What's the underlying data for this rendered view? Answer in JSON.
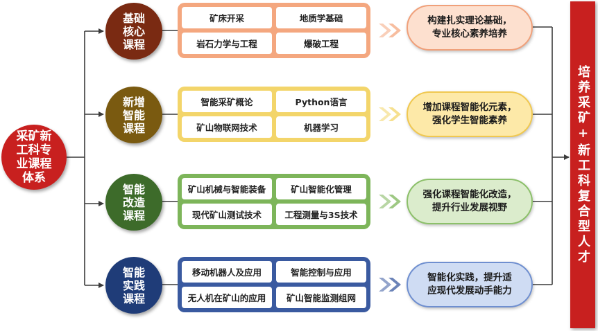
{
  "root": {
    "label": "采矿新\n工科专\n业课程\n体系"
  },
  "final": {
    "label": "培养采矿+新工科复合型人才"
  },
  "groups": [
    {
      "label": "基础\n核心\n课程",
      "circle_color": "#7a2a12",
      "box_color": "#f4a77f",
      "result_fill": "#fde0cf",
      "result_border": "#f0a07a",
      "courses": [
        "矿床开采",
        "地质学基础",
        "岩石力学与工程",
        "爆破工程"
      ],
      "result": "构建扎实理论基础，\n专业核心素养培养"
    },
    {
      "label": "新增\n智能\n课程",
      "circle_color": "#7a5a10",
      "box_color": "#f3d56a",
      "result_fill": "#fde9a8",
      "result_border": "#f0c850",
      "courses": [
        "智能采矿概论",
        "Python语言",
        "矿山物联网技术",
        "机器学习"
      ],
      "result": "增加课程智能化元素，\n强化学生智能素养"
    },
    {
      "label": "智能\n改造\n课程",
      "circle_color": "#3d6b2a",
      "box_color": "#7db55a",
      "result_fill": "#dbeccc",
      "result_border": "#8cc06a",
      "courses": [
        "矿山机械与智能装备",
        "矿山智能化管理",
        "现代矿山测试技术",
        "工程测量与3S技术"
      ],
      "result": "强化课程智能化改造，\n提升行业发展视野"
    },
    {
      "label": "智能\n实践\n课程",
      "circle_color": "#1f3c78",
      "box_color": "#3a5aa0",
      "result_fill": "#cfdcf3",
      "result_border": "#6f8fd0",
      "courses": [
        "移动机器人及应用",
        "智能控制与应用",
        "无人机在矿山的应用",
        "矿山智能监测组网"
      ],
      "result": "智能化实践，提升适\n应现代发展动手能力"
    }
  ]
}
